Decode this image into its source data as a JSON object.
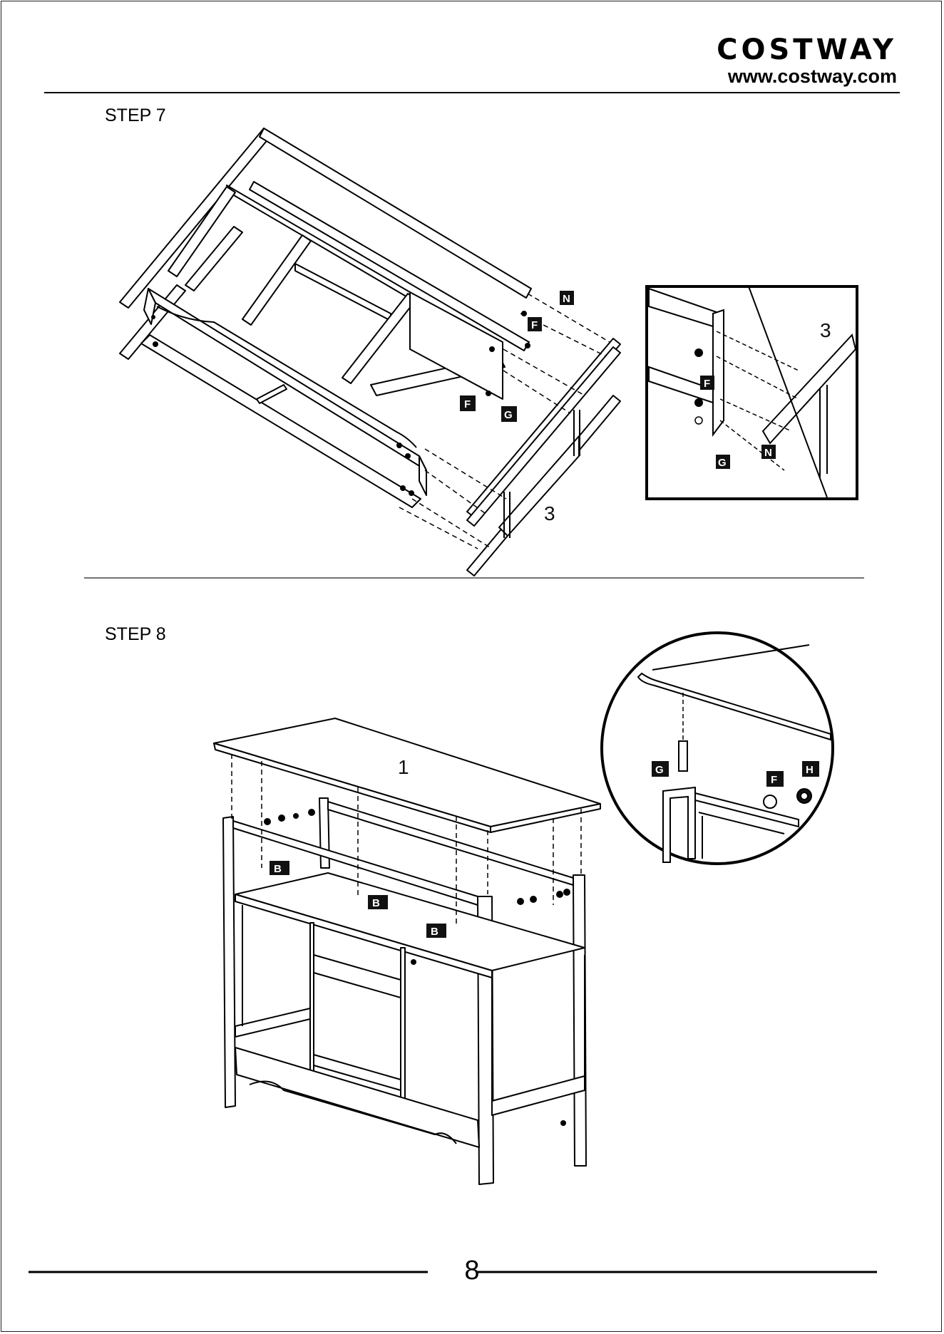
{
  "header": {
    "brand": "COSTWAY",
    "url": "www.costway.com"
  },
  "steps": [
    {
      "label": "STEP 7",
      "parts": [
        "N",
        "F",
        "F",
        "G",
        "F",
        "N",
        "G"
      ],
      "panel_numbers": [
        "3",
        "3"
      ]
    },
    {
      "label": "STEP 8",
      "parts": [
        "B",
        "B",
        "B",
        "G",
        "F",
        "H"
      ],
      "panel_numbers": [
        "1"
      ]
    }
  ],
  "footer": {
    "page_number": "8"
  }
}
